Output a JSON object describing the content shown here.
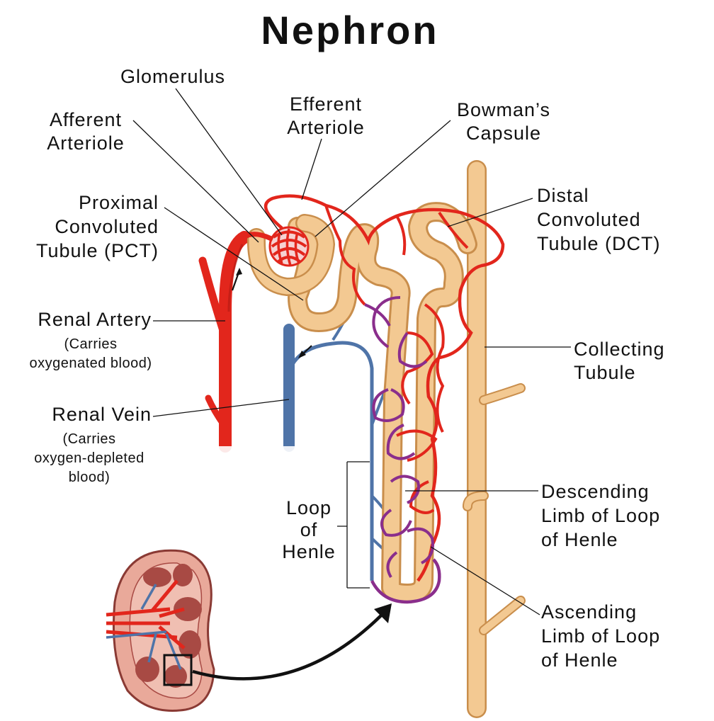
{
  "title": "Nephron",
  "labels": {
    "glomerulus": "Glomerulus",
    "afferent_1": "Afferent",
    "afferent_2": "Arteriole",
    "efferent_1": "Efferent",
    "efferent_2": "Arteriole",
    "bowman_1": "Bowman’s",
    "bowman_2": "Capsule",
    "pct_1": "Proximal",
    "pct_2": "Convoluted",
    "pct_3": "Tubule (PCT)",
    "dct_1": "Distal",
    "dct_2": "Convoluted",
    "dct_3": "Tubule (DCT)",
    "renal_artery": "Renal Artery",
    "renal_artery_note_1": "(Carries",
    "renal_artery_note_2": "oxygenated blood)",
    "renal_vein": "Renal Vein",
    "renal_vein_note_1": "(Carries",
    "renal_vein_note_2": "oxygen-depleted",
    "renal_vein_note_3": "blood)",
    "collecting_1": "Collecting",
    "collecting_2": "Tubule",
    "loop_1": "Loop",
    "loop_2": "of",
    "loop_3": "Henle",
    "descending_1": "Descending",
    "descending_2": "Limb of Loop",
    "descending_3": "of Henle",
    "ascending_1": "Ascending",
    "ascending_2": "Limb of Loop",
    "ascending_3": "of Henle"
  },
  "colors": {
    "artery": "#e2261c",
    "artery_dark": "#a8150f",
    "vein": "#4f74a8",
    "capillary_purple": "#8a2e8c",
    "tubule_fill": "#f3c992",
    "tubule_edge": "#c98e4c",
    "kidney_outer": "#e9a99a",
    "kidney_pyramid": "#a84a44"
  },
  "icons": [
    "arrow-icon",
    "zoom-box-icon"
  ]
}
